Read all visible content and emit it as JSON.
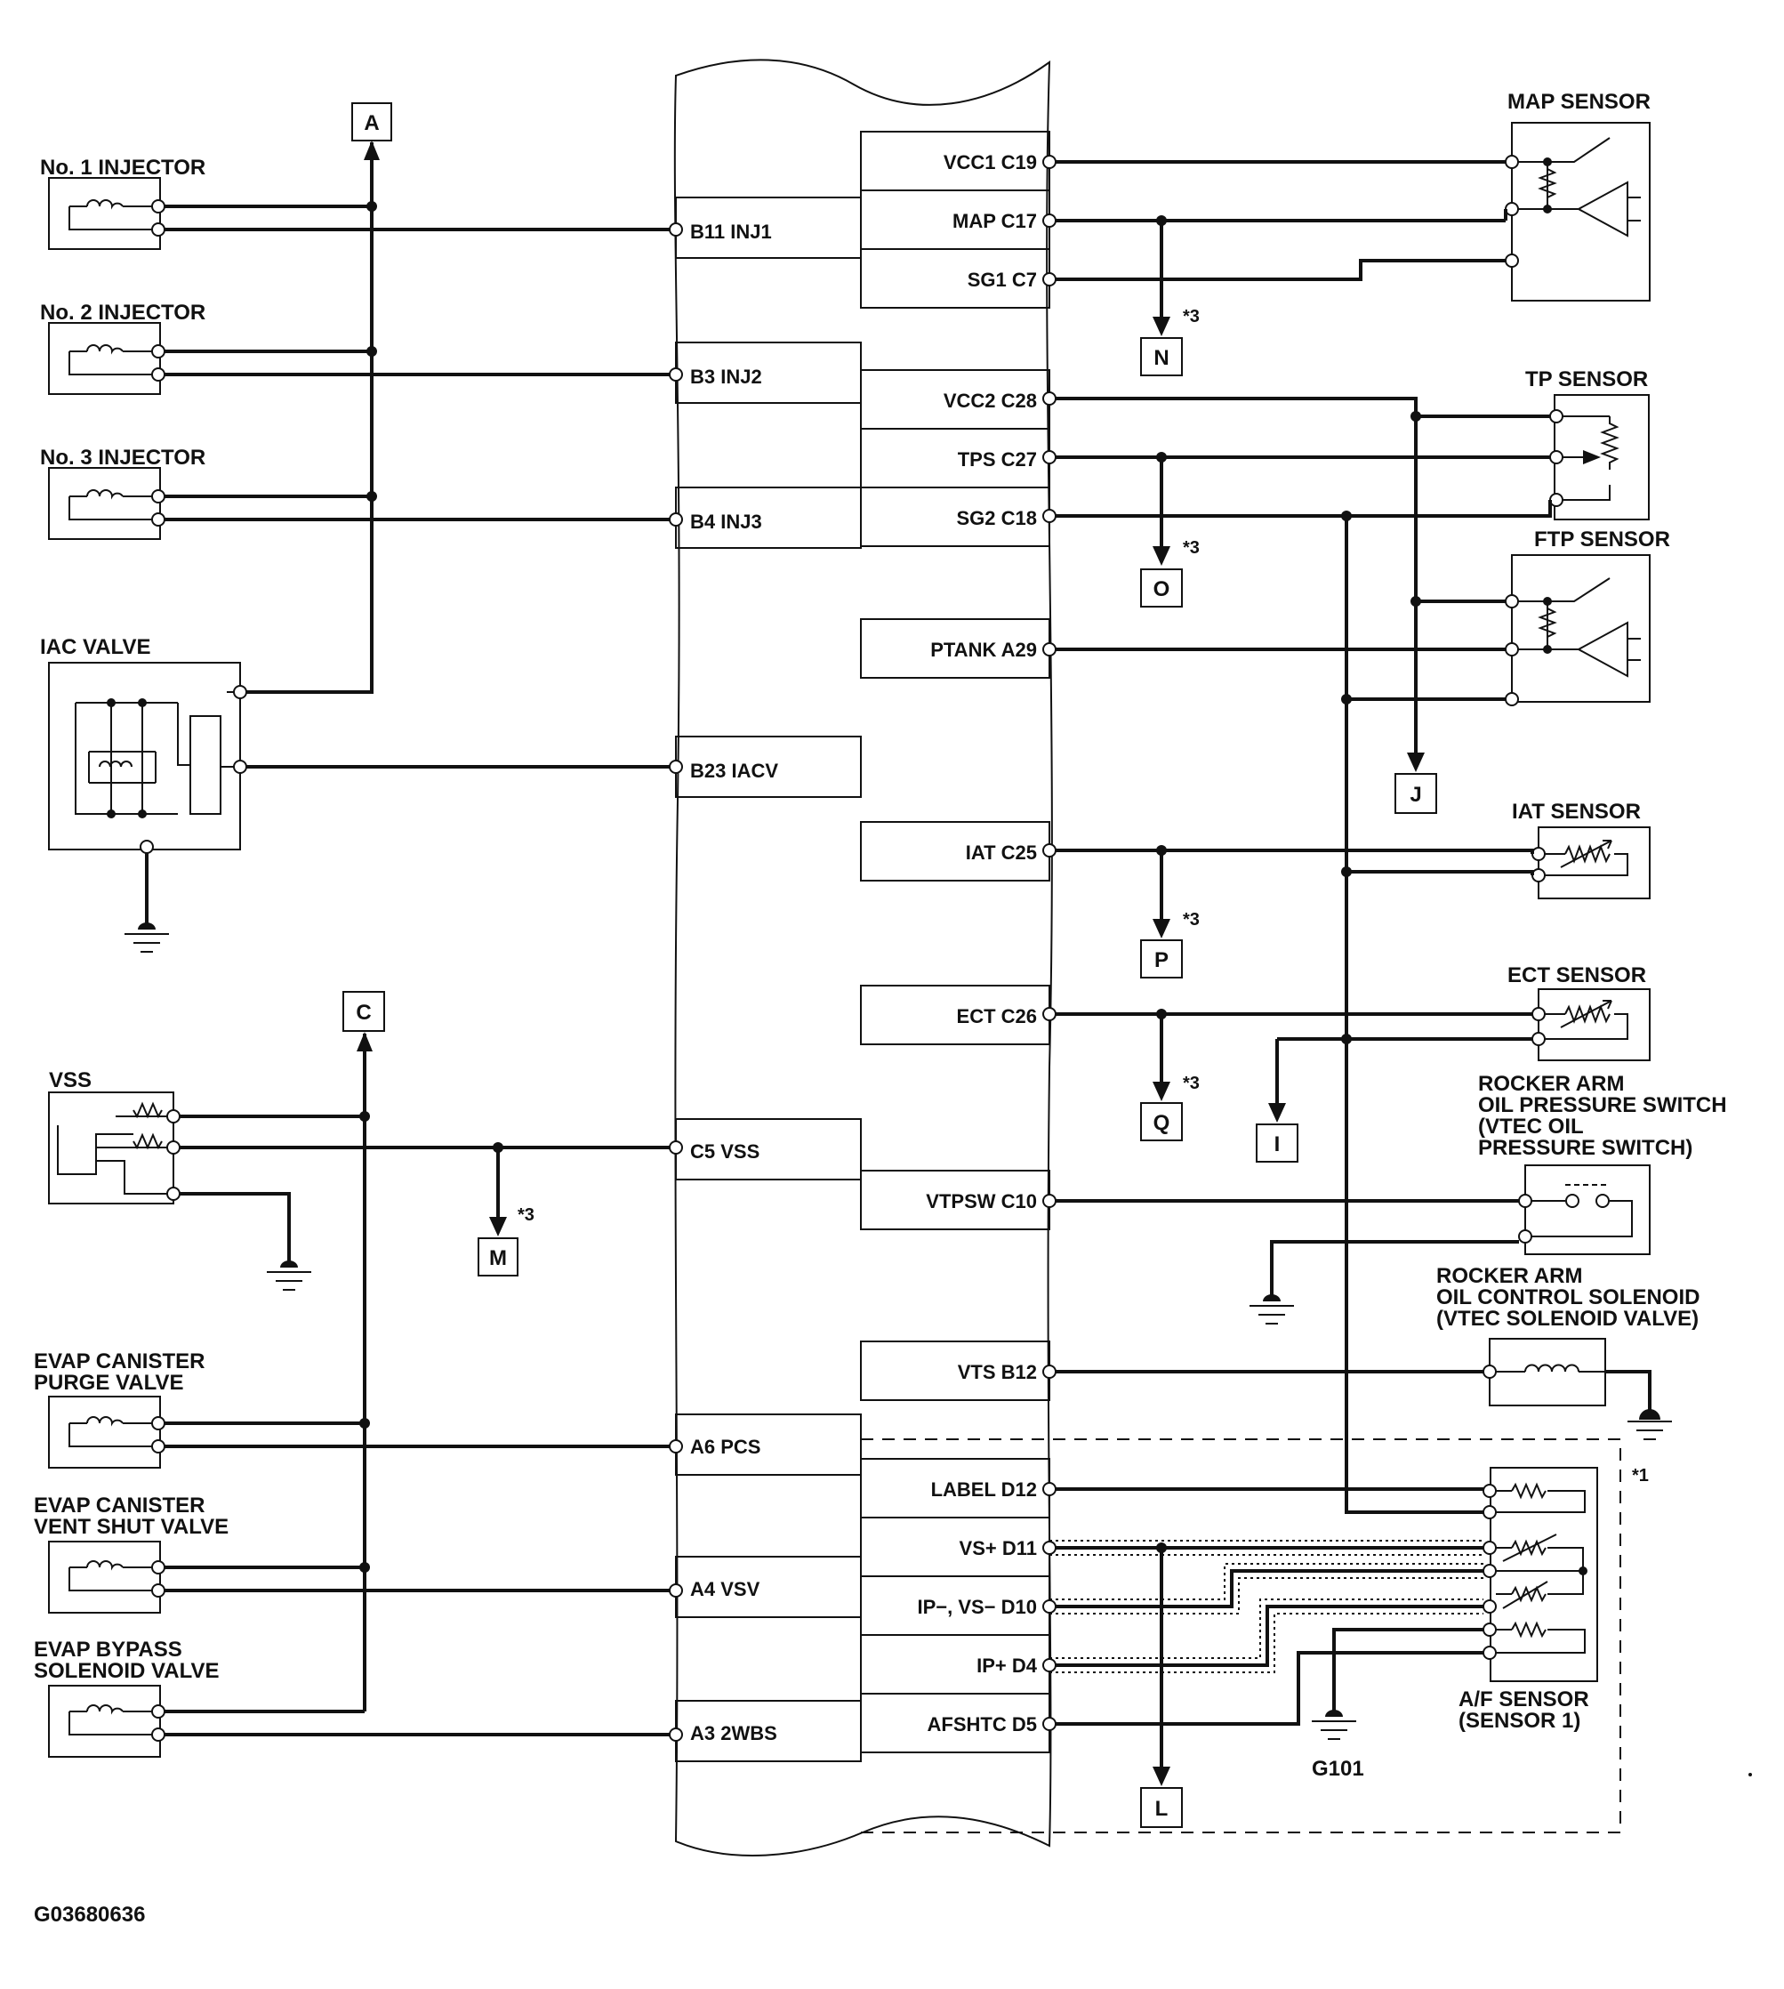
{
  "figure_id": "G03680636",
  "ecm": {
    "left_pins": [
      "B11 INJ1",
      "B3 INJ2",
      "B4 INJ3",
      "B23 IACV",
      "C5 VSS",
      "A6 PCS",
      "A4 VSV",
      "A3 2WBS"
    ],
    "right_pins": [
      "VCC1 C19",
      "MAP C17",
      "SG1 C7",
      "VCC2 C28",
      "TPS C27",
      "SG2 C18",
      "PTANK A29",
      "IAT C25",
      "ECT C26",
      "VTPSW C10",
      "VTS B12",
      "LABEL D12",
      "VS+ D11",
      "IP−, VS− D10",
      "IP+ D4",
      "AFSHTC D5"
    ]
  },
  "components": {
    "inj1": "No. 1 INJECTOR",
    "inj2": "No. 2 INJECTOR",
    "inj3": "No. 3 INJECTOR",
    "iac": "IAC VALVE",
    "vss": "VSS",
    "purge1": "EVAP CANISTER",
    "purge2": "PURGE VALVE",
    "vent1": "EVAP CANISTER",
    "vent2": "VENT SHUT VALVE",
    "bypass1": "EVAP BYPASS",
    "bypass2": "SOLENOID VALVE",
    "map": "MAP SENSOR",
    "tp": "TP SENSOR",
    "ftp": "FTP SENSOR",
    "iat": "IAT SENSOR",
    "ect": "ECT SENSOR",
    "rocker_sw1": "ROCKER ARM",
    "rocker_sw2": "OIL PRESSURE SWITCH",
    "rocker_sw3": "(VTEC OIL",
    "rocker_sw4": "PRESSURE SWITCH)",
    "rocker_sol1": "ROCKER ARM",
    "rocker_sol2": "OIL CONTROL SOLENOID",
    "rocker_sol3": "(VTEC SOLENOID VALVE)",
    "af1": "A/F SENSOR",
    "af2": "(SENSOR 1)",
    "ground": "G101"
  },
  "connectors": {
    "A": "A",
    "C": "C",
    "M": "M",
    "N": "N",
    "O": "O",
    "P": "P",
    "Q": "Q",
    "J": "J",
    "I": "I",
    "L": "L"
  },
  "notes": {
    "star3": "*3",
    "star1": "*1"
  }
}
